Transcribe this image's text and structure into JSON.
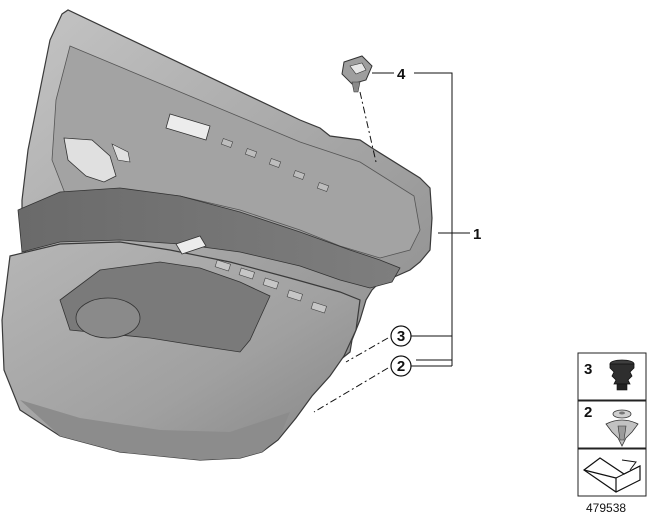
{
  "diagram": {
    "callouts": [
      {
        "id": "part-1",
        "label": "1"
      },
      {
        "id": "part-2",
        "label": "2"
      },
      {
        "id": "part-3",
        "label": "3"
      },
      {
        "id": "part-4",
        "label": "4"
      }
    ],
    "legend": [
      {
        "id": "legend-part-3",
        "label": "3"
      },
      {
        "id": "legend-part-2",
        "label": "2"
      }
    ],
    "reference_number": "479538",
    "colors": {
      "panel_light": "#b4b4b4",
      "panel_mid": "#9a9a9a",
      "panel_dark": "#6c6c6c",
      "outline": "#3a3a3a",
      "leader": "#111111"
    },
    "icons": [
      "door-panel-drawing",
      "clip-icon",
      "plug-icon",
      "rivet-icon",
      "fastener-shape-icon"
    ]
  }
}
